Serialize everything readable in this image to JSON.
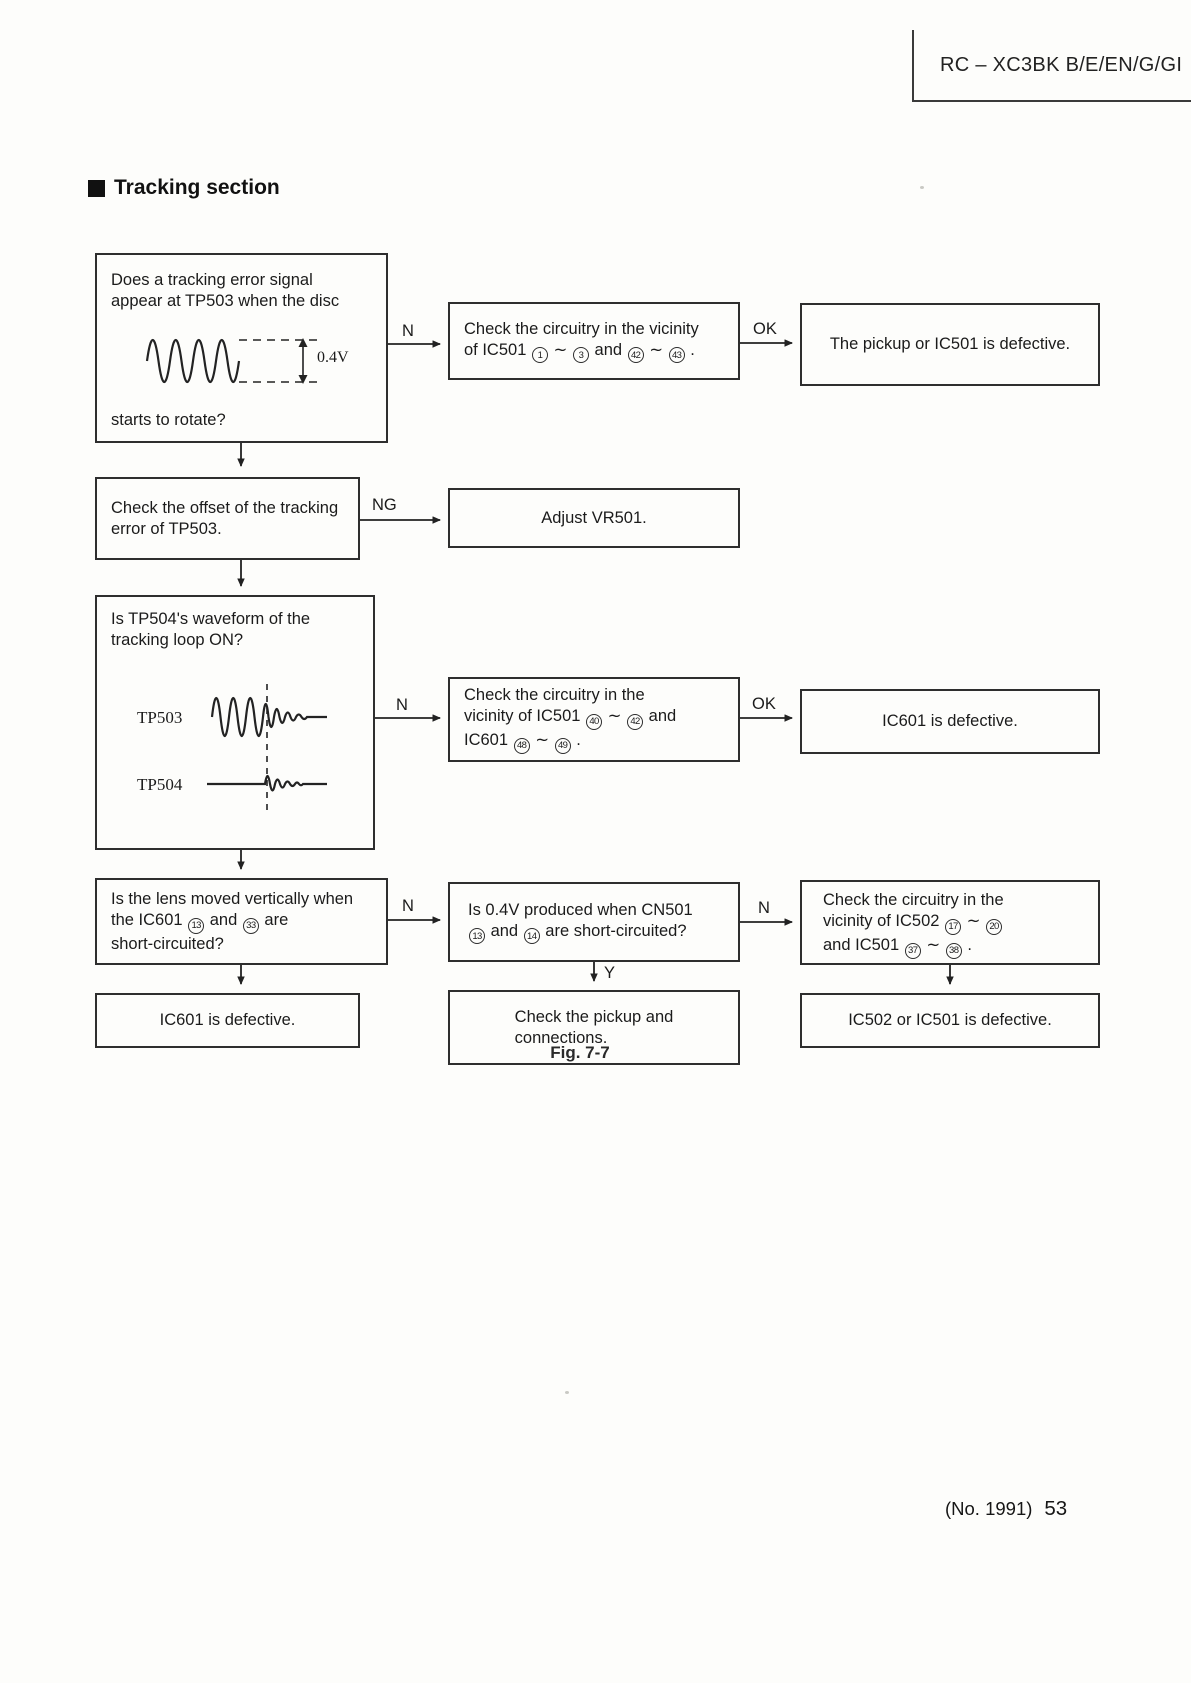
{
  "header": {
    "model_code": "RC – XC3BK B/E/EN/G/GI"
  },
  "section": {
    "title": "Tracking section"
  },
  "flowchart": {
    "q1": {
      "text_top": "Does a tracking error signal\nappear at TP503 when the disc",
      "text_bottom": "starts to rotate?",
      "voltage_label": "0.4V"
    },
    "check_ic501_a": "Check the circuitry in the vicinity\nof IC501 {1} ∼ {3}  and  {42} ∼ {43} .",
    "pickup_defective": "The pickup or IC501 is defective.",
    "offset_check": "Check the offset of the tracking\nerror of TP503.",
    "adjust_vr501": "Adjust VR501.",
    "q2": {
      "text": "Is TP504's waveform of the\ntracking loop ON?",
      "tp503_label": "TP503",
      "tp504_label": "TP504"
    },
    "check_ic501_b": "Check the circuitry in the\nvicinity of IC501 {40} ∼ {42}  and\nIC601 {48} ∼ {49} .",
    "ic601_defective_a": "IC601 is defective.",
    "q3": "Is the lens moved vertically when\nthe IC601 {13} and {33}  are\nshort-circuited?",
    "q4": "Is 0.4V produced when CN501\n{13} and {14} are short-circuited?",
    "check_ic502": "Check the circuitry in the\nvicinity of IC502 {17} ∼ {20}\nand IC501 {37} ∼ {38} .",
    "ic601_defective_b": "IC601 is defective.",
    "check_pickup": "Check the pickup and\nconnections.",
    "ic502_defective": "IC502 or IC501 is defective.",
    "arrow_labels": {
      "n1": "N",
      "ok1": "OK",
      "ng": "NG",
      "n2": "N",
      "ok2": "OK",
      "n3": "N",
      "n4": "N",
      "y": "Y"
    }
  },
  "figure": {
    "caption": "Fig. 7-7"
  },
  "footer": {
    "issue": "(No. 1991)",
    "page": "53"
  }
}
